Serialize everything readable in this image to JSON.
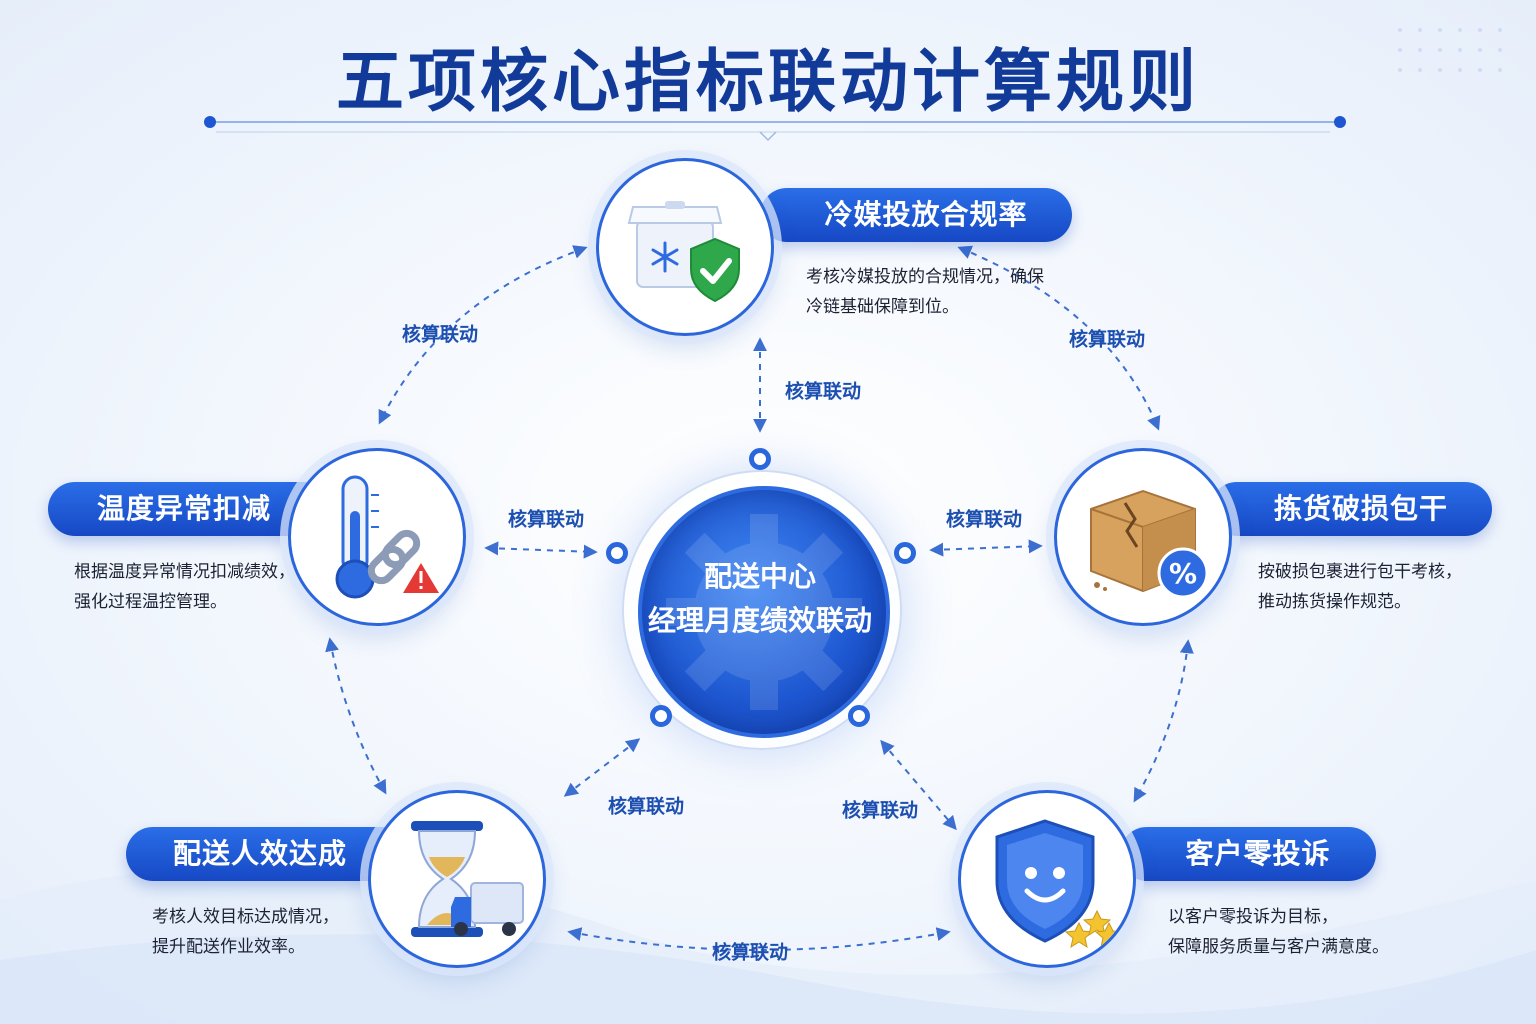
{
  "title": "五项核心指标联动计算规则",
  "center": {
    "line1": "配送中心",
    "line2": "经理月度绩效联动"
  },
  "nodes": {
    "coolant": {
      "label": "冷媒投放合规率",
      "desc1": "考核冷媒投放的合规情况，确保",
      "desc2": "冷链基础保障到位。",
      "icon": "cooler-box-shield-icon"
    },
    "temperature": {
      "label": "温度异常扣减",
      "desc1": "根据温度异常情况扣减绩效，",
      "desc2": "强化过程温控管理。",
      "icon": "thermometer-chain-warning-icon"
    },
    "damage": {
      "label": "拣货破损包干",
      "desc1": "按破损包裹进行包干考核，",
      "desc2": "推动拣货操作规范。",
      "icon": "damaged-box-percent-icon"
    },
    "efficiency": {
      "label": "配送人效达成",
      "desc1": "考核人效目标达成情况，",
      "desc2": "提升配送作业效率。",
      "icon": "hourglass-truck-icon"
    },
    "complaint": {
      "label": "客户零投诉",
      "desc1": "以客户零投诉为目标，",
      "desc2": "保障服务质量与客户满意度。",
      "icon": "smile-shield-stars-icon"
    }
  },
  "link_label": "核算联动",
  "colors": {
    "primary": "#1d56d0",
    "title": "#123a99",
    "dashed": "#3c6fd0"
  }
}
